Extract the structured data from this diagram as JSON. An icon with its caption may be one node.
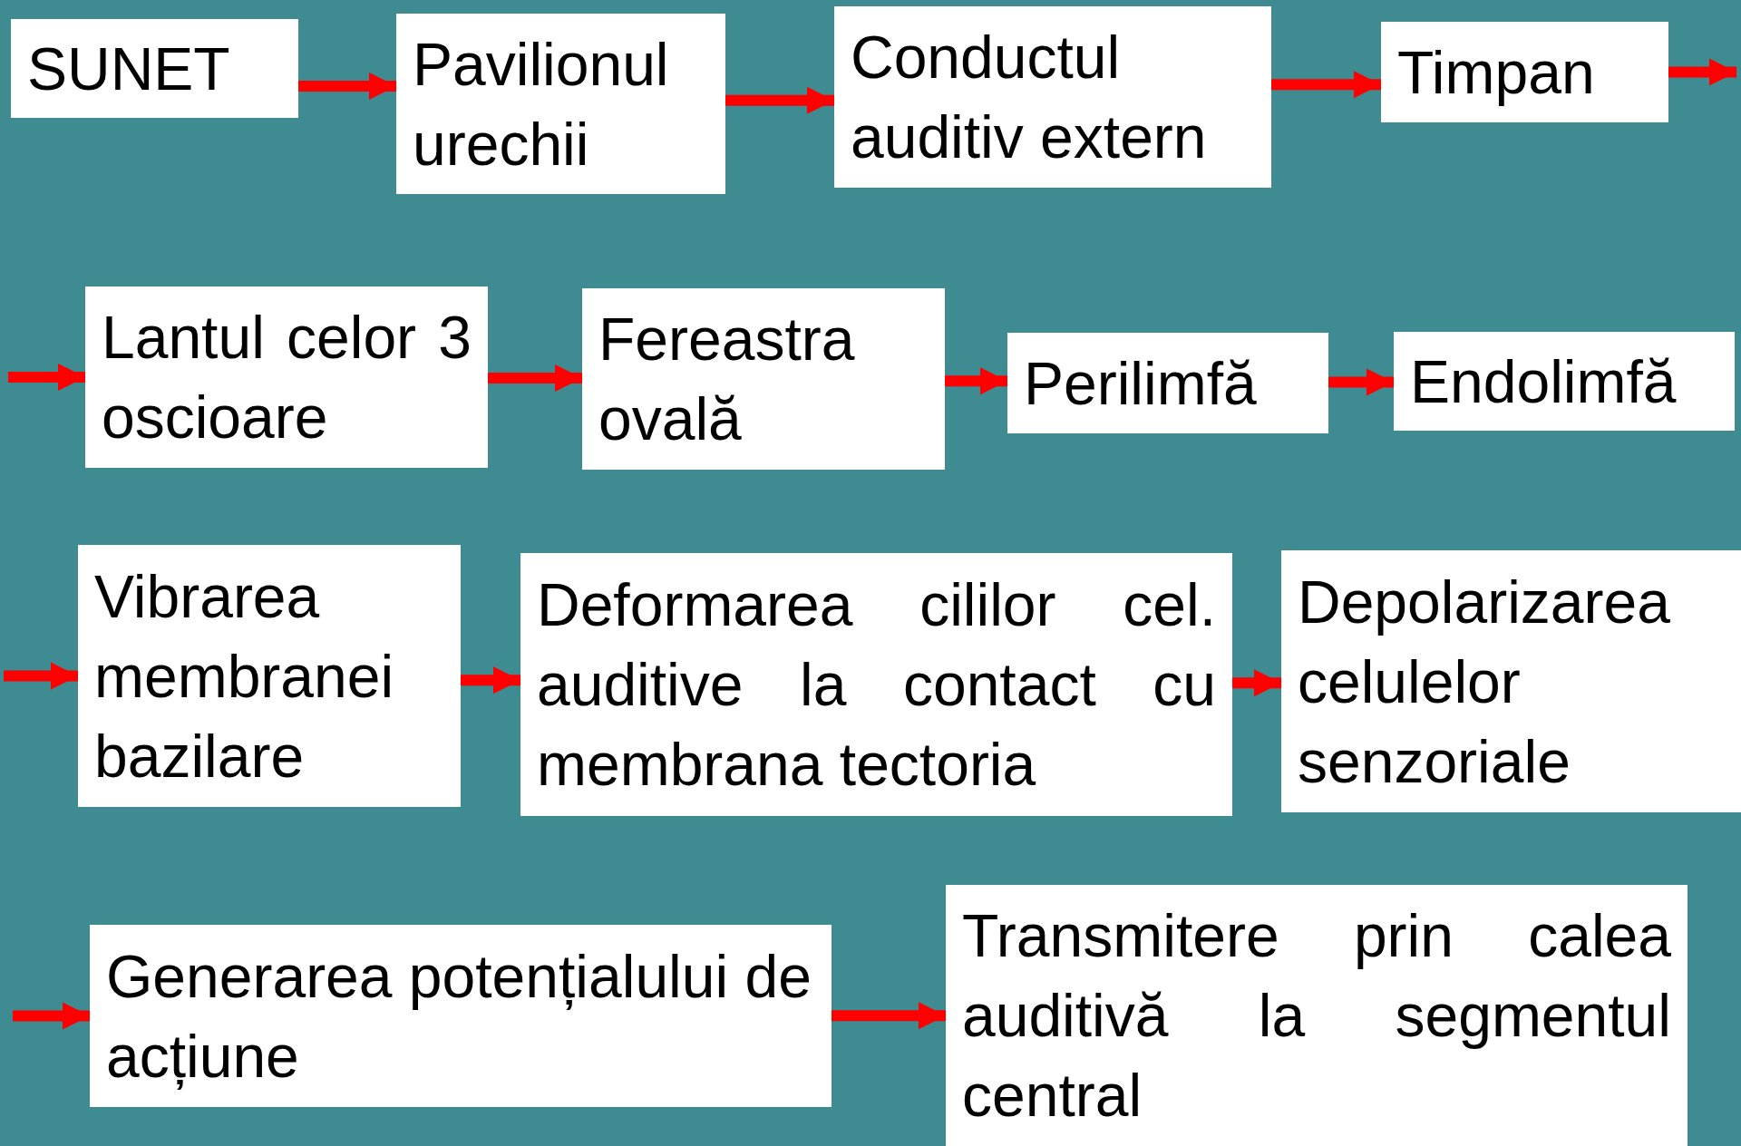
{
  "diagram": {
    "nodes": [
      {
        "text": [
          "SUNET"
        ]
      },
      {
        "text": [
          "Pavilionul urechii"
        ]
      },
      {
        "text": [
          "Conductul auditiv extern"
        ]
      },
      {
        "text": [
          "Timpan"
        ]
      },
      {
        "text": [
          "Lantul celor 3 oscioare"
        ]
      },
      {
        "text": [
          "Fereastra ovală"
        ]
      },
      {
        "text": [
          "Perilimfă"
        ]
      },
      {
        "text": [
          "Endolimfă"
        ]
      },
      {
        "text": [
          "Vibrarea membranei bazilare"
        ]
      },
      {
        "text": [
          "Deformarea cililor cel. auditive la contact cu membrana tectoria"
        ]
      },
      {
        "text": [
          "Depolarizarea celulelor senzoriale"
        ]
      },
      {
        "text": [
          "Generarea potențialului de acțiune"
        ]
      },
      {
        "text": [
          "Transmitere prin calea auditivă la segmentul central"
        ]
      }
    ],
    "edges": [
      {
        "from": 0,
        "to": 1,
        "arrow": "to"
      },
      {
        "from": 1,
        "to": 2,
        "arrow": "to"
      },
      {
        "from": 2,
        "to": 3,
        "arrow": "to"
      },
      {
        "from": 3,
        "to": null,
        "arrow": "to"
      },
      {
        "from": null,
        "to": 4,
        "arrow": "to"
      },
      {
        "from": 4,
        "to": 5,
        "arrow": "to"
      },
      {
        "from": 5,
        "to": 6,
        "arrow": "to"
      },
      {
        "from": 6,
        "to": 7,
        "arrow": "to"
      },
      {
        "from": null,
        "to": 8,
        "arrow": "to"
      },
      {
        "from": 8,
        "to": 9,
        "arrow": "to"
      },
      {
        "from": 9,
        "to": 10,
        "arrow": "to"
      },
      {
        "from": null,
        "to": 11,
        "arrow": "to"
      },
      {
        "from": 11,
        "to": 12,
        "arrow": "to"
      }
    ]
  }
}
